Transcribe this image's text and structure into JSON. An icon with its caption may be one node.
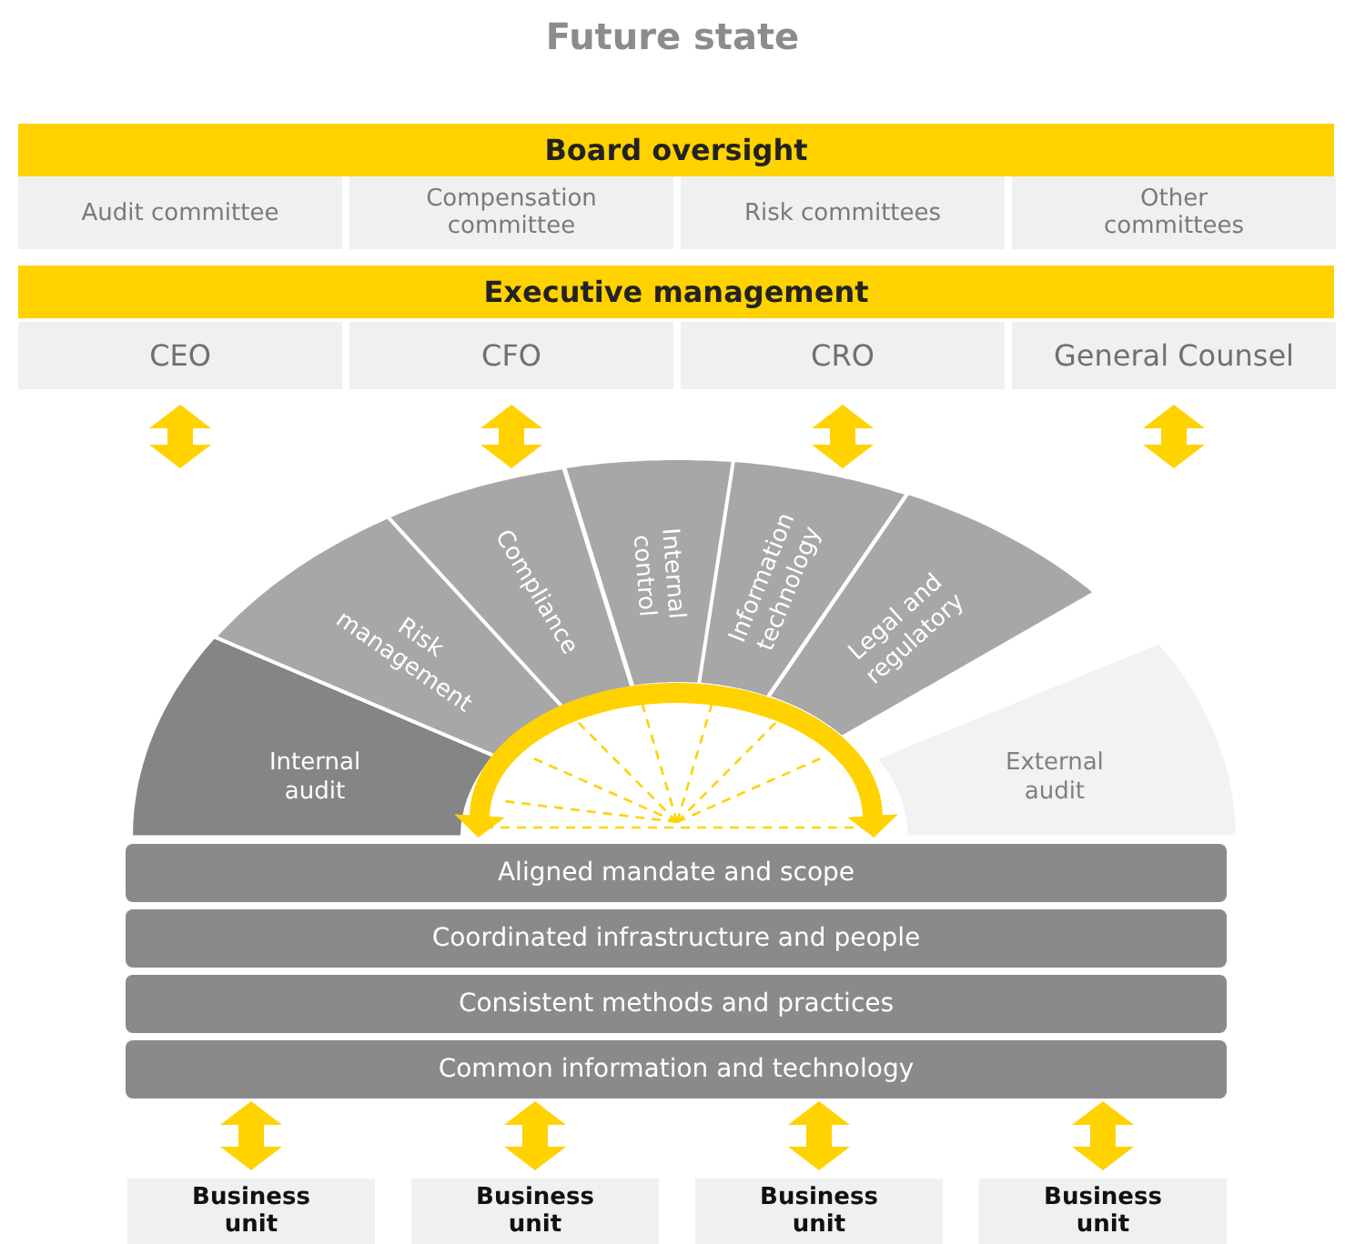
{
  "diagram": {
    "title": "Future state",
    "nodes": [
      {
        "text": [
          "Board oversight"
        ]
      },
      {
        "text": [
          "Audit committee"
        ]
      },
      {
        "text": [
          "Compensation committee"
        ]
      },
      {
        "text": [
          "Risk committees"
        ]
      },
      {
        "text": [
          "Other committees"
        ]
      },
      {
        "text": [
          "Executive management"
        ]
      },
      {
        "text": [
          "CEO"
        ]
      },
      {
        "text": [
          "CFO"
        ]
      },
      {
        "text": [
          "CRO"
        ]
      },
      {
        "text": [
          "General Counsel"
        ]
      },
      {
        "text": [
          "Internal audit"
        ]
      },
      {
        "text": [
          "Risk management"
        ]
      },
      {
        "text": [
          "Compliance"
        ]
      },
      {
        "text": [
          "Internal control"
        ]
      },
      {
        "text": [
          "Information technology"
        ]
      },
      {
        "text": [
          "Legal and regulatory"
        ]
      },
      {
        "text": [
          "External audit"
        ]
      },
      {
        "text": [
          "Aligned mandate and scope"
        ]
      },
      {
        "text": [
          "Coordinated infrastructure and people"
        ]
      },
      {
        "text": [
          "Consistent methods and practices"
        ]
      },
      {
        "text": [
          "Common information and technology"
        ]
      },
      {
        "text": [
          "Business unit"
        ]
      },
      {
        "text": [
          "Business unit"
        ]
      },
      {
        "text": [
          "Business unit"
        ]
      },
      {
        "text": [
          "Business unit"
        ]
      }
    ],
    "edges": [
      {
        "from": 6,
        "to": null,
        "arrow": "both"
      },
      {
        "from": 7,
        "to": null,
        "arrow": "both"
      },
      {
        "from": 8,
        "to": null,
        "arrow": "both"
      },
      {
        "from": 9,
        "to": null,
        "arrow": "both"
      },
      {
        "from": 20,
        "to": 21,
        "arrow": "both"
      },
      {
        "from": 20,
        "to": 22,
        "arrow": "both"
      },
      {
        "from": 20,
        "to": 23,
        "arrow": "both"
      },
      {
        "from": 20,
        "to": 24,
        "arrow": "both"
      },
      {
        "from": 17,
        "to": 17,
        "arrow": "both"
      }
    ]
  }
}
